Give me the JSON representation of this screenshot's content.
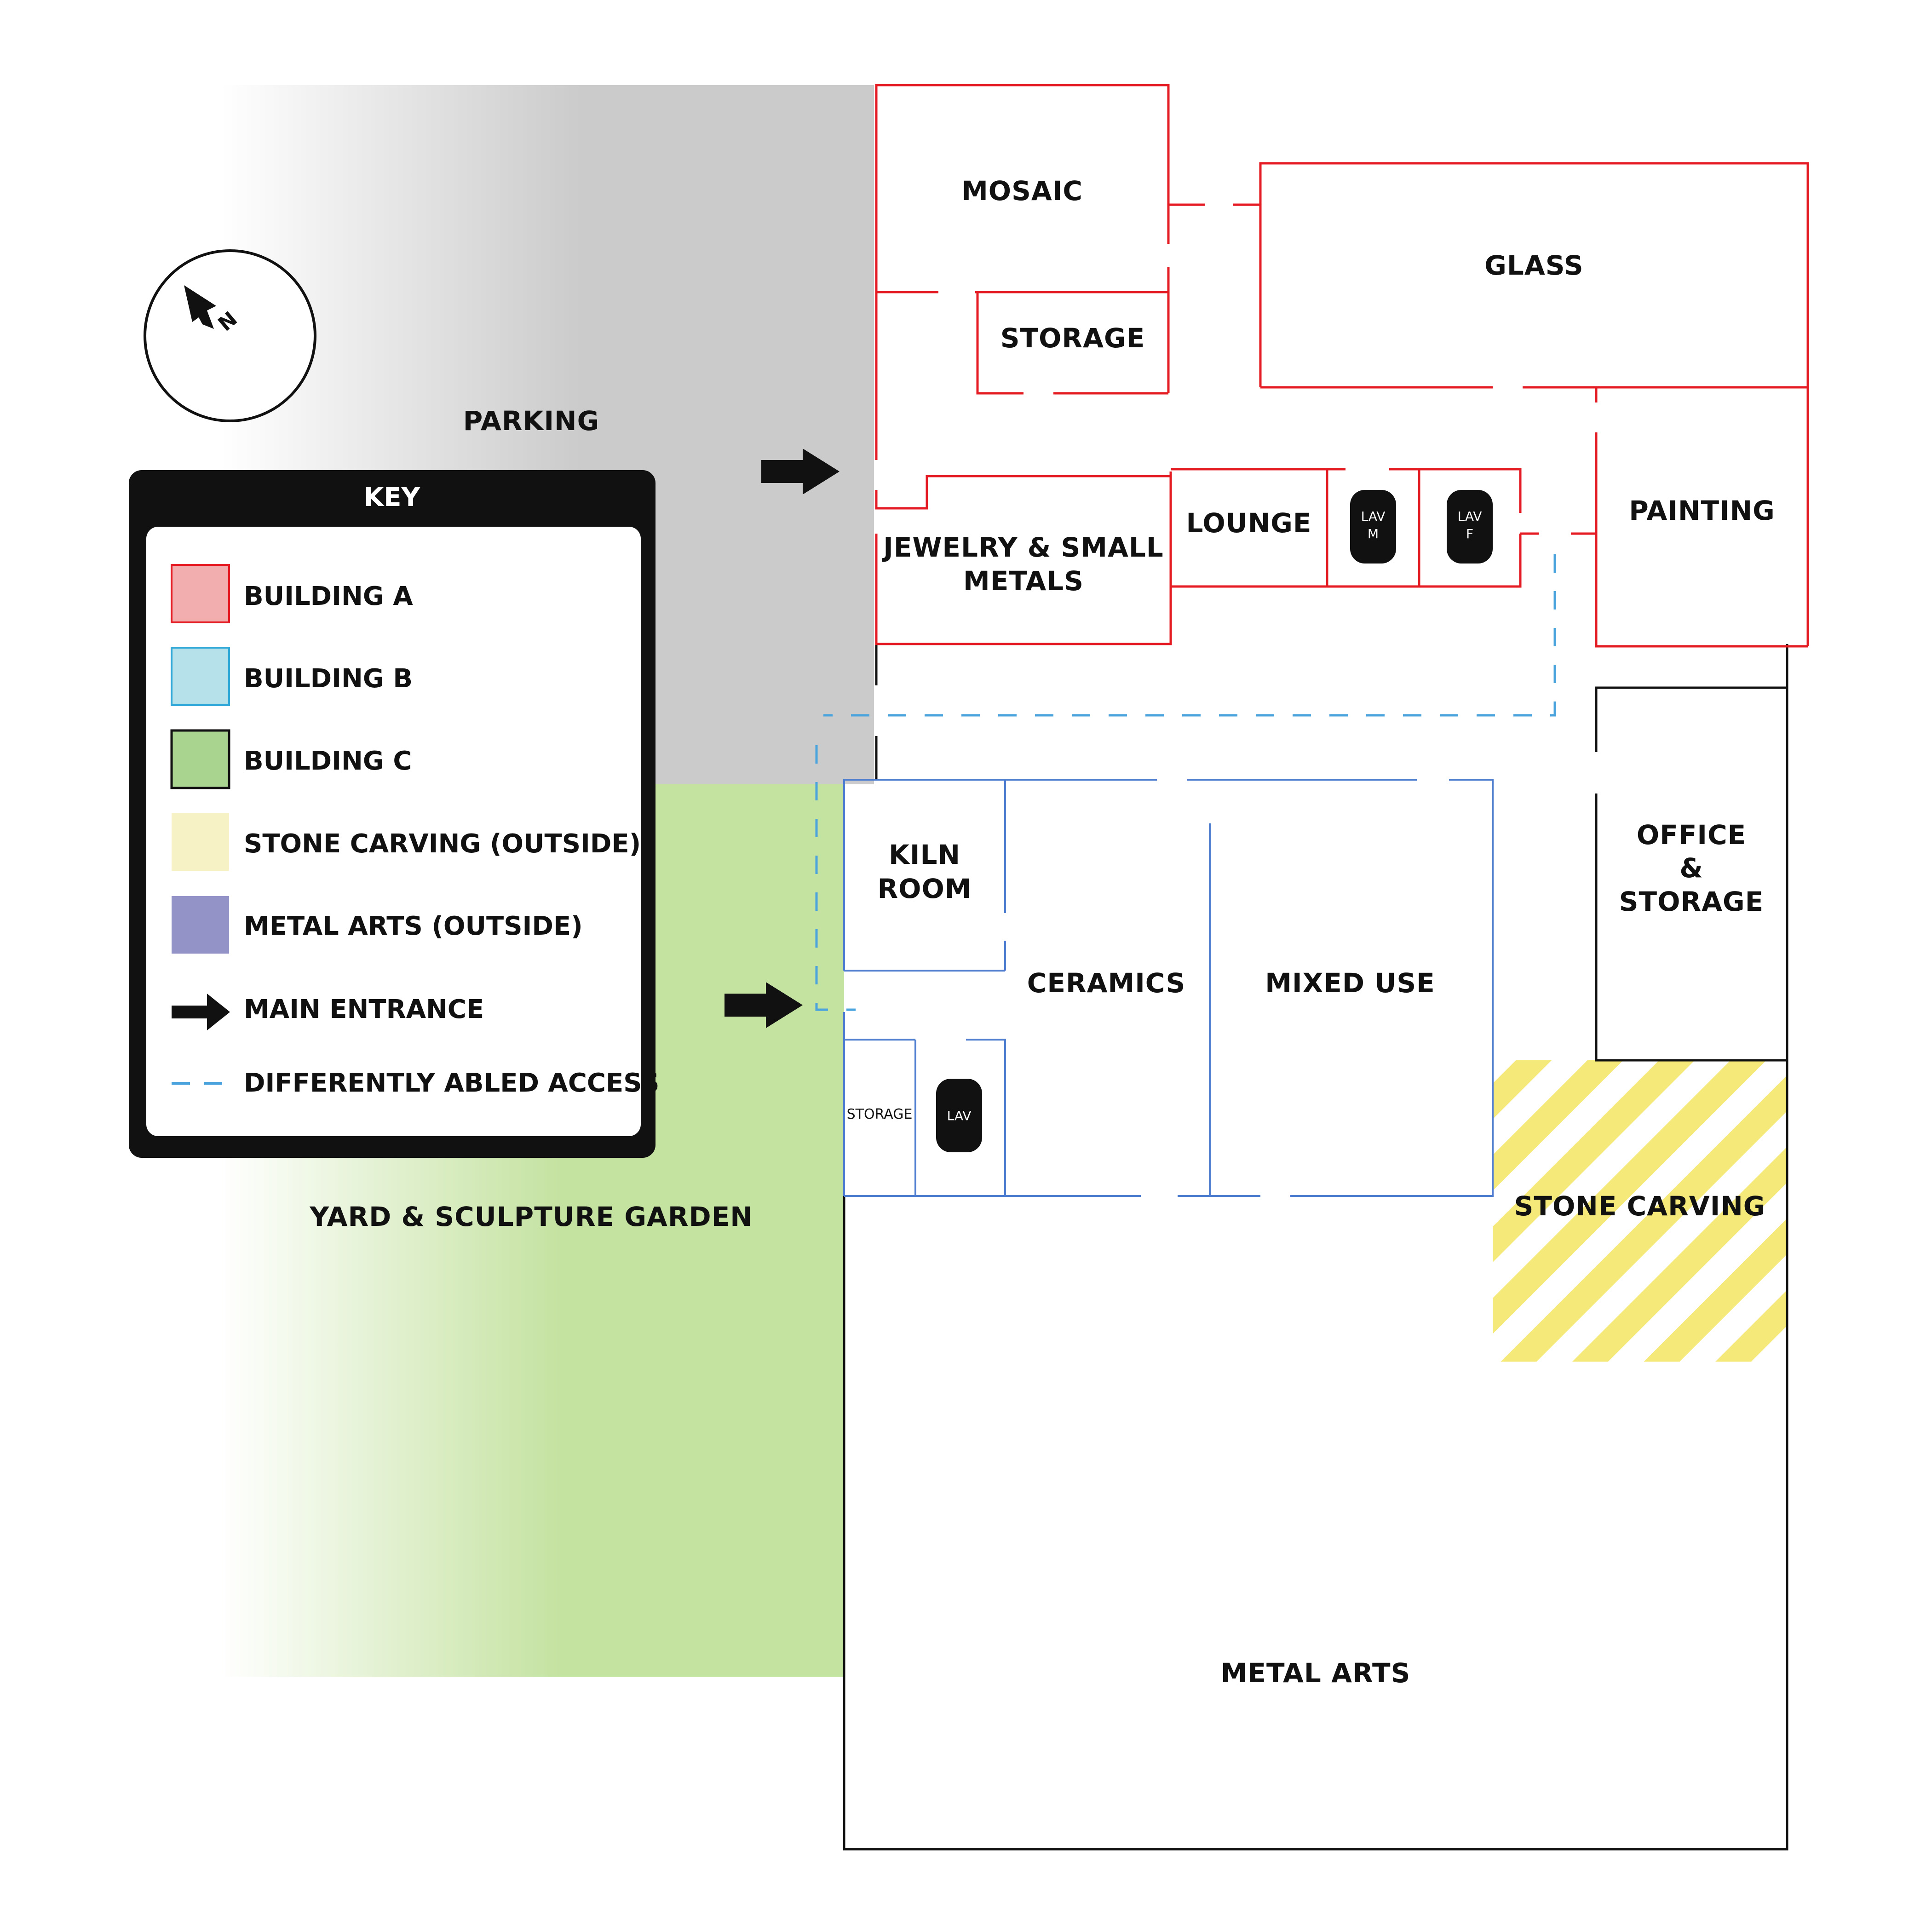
{
  "labels": {
    "parking": "PARKING",
    "yard": "YARD & SCULPTURE GARDEN",
    "mosaic": "MOSAIC",
    "storage_a": "STORAGE",
    "glass": "GLASS",
    "jewelry_line1": "JEWELRY & SMALL",
    "jewelry_line2": "METALS",
    "lounge": "LOUNGE",
    "painting": "PAINTING",
    "kiln_line1": "KILN",
    "kiln_line2": "ROOM",
    "ceramics": "CERAMICS",
    "mixed_use": "MIXED USE",
    "office_line1": "OFFICE",
    "office_line2": "&",
    "office_line3": "STORAGE",
    "storage_b": "STORAGE",
    "stone_carving": "STONE CARVING",
    "metal_arts": "METAL ARTS",
    "lav_m_line1": "LAV",
    "lav_m_line2": "M",
    "lav_f_line1": "LAV",
    "lav_f_line2": "F",
    "lav_b": "LAV"
  },
  "compass": {
    "icon": "north-arrow-icon",
    "letter": "N"
  },
  "key": {
    "title": "KEY",
    "items": [
      {
        "label": "BUILDING A",
        "swatch": "#f2aeae",
        "border": "#e51b24"
      },
      {
        "label": "BUILDING B",
        "swatch": "#b6e0ea",
        "border": "#2fa8d8"
      },
      {
        "label": "BUILDING C",
        "swatch": "#a8d490",
        "border": "#111111"
      },
      {
        "label": "STONE CARVING (OUTSIDE)",
        "swatch": "#f6f2c6",
        "border": "none"
      },
      {
        "label": "METAL ARTS (OUTSIDE)",
        "swatch": "#9393c8",
        "border": "none"
      },
      {
        "label": "MAIN ENTRANCE",
        "icon": "arrow-right-icon"
      },
      {
        "label": "DIFFERENTLY ABLED ACCESS",
        "icon": "dashed-line-icon"
      }
    ]
  },
  "colors": {
    "building_a": "#e51b24",
    "building_b": "#4f7ed0",
    "building_c": "#111111",
    "access_path": "#4aa3dc",
    "parking": "#cbcbcb",
    "yard": "#c4e2a0",
    "stone_stripe": "#f5e97a"
  }
}
